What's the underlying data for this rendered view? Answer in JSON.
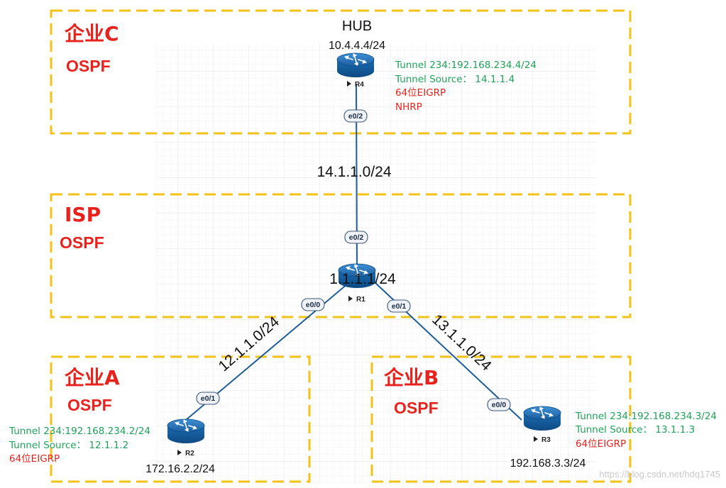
{
  "zones": [
    {
      "id": "c",
      "title": "企业C",
      "protocol": "OSPF"
    },
    {
      "id": "isp",
      "title": "ISP",
      "protocol": "OSPF"
    },
    {
      "id": "a",
      "title": "企业A",
      "protocol": "OSPF"
    },
    {
      "id": "b",
      "title": "企业B",
      "protocol": "OSPF"
    }
  ],
  "routers": {
    "r4": {
      "label": "R4",
      "role": "HUB",
      "loopback": "10.4.4.4/24",
      "tunnel": "Tunnel 234:192.168.234.4/24",
      "tunnel_source": "Tunnel Source：  14.1.1.4",
      "eigrp": "64位EIGRP",
      "nhrp": "NHRP"
    },
    "r1": {
      "label": "R1",
      "loopback": "1.1.1.1/24"
    },
    "r2": {
      "label": "R2",
      "loopback": "172.16.2.2/24",
      "tunnel": "Tunnel 234:192.168.234.2/24",
      "tunnel_source": "Tunnel Source：  12.1.1.2",
      "eigrp": "64位EIGRP"
    },
    "r3": {
      "label": "R3",
      "loopback": "192.168.3.3/24",
      "tunnel": "Tunnel 234:192.168.234.3/24",
      "tunnel_source": "Tunnel Source：  13.1.1.3",
      "eigrp": "64位EIGRP"
    }
  },
  "links": {
    "r4_r1": {
      "subnet": "14.1.1.0/24",
      "port_top": "e0/2",
      "port_bottom": "e0/2"
    },
    "r1_r2": {
      "subnet": "12.1.1.0/24",
      "port_r1": "e0/0",
      "port_r2": "e0/1"
    },
    "r1_r3": {
      "subnet": "13.1.1.0/24",
      "port_r1": "e0/1",
      "port_r3": "e0/0"
    }
  },
  "watermark": "https://blog.csdn.net/hdq1745",
  "colors": {
    "zone_border": "#f2c316",
    "label_red": "#e8231d",
    "label_green": "#1fa25a",
    "link": "#1f5d96",
    "router": "#1a6cb3"
  }
}
